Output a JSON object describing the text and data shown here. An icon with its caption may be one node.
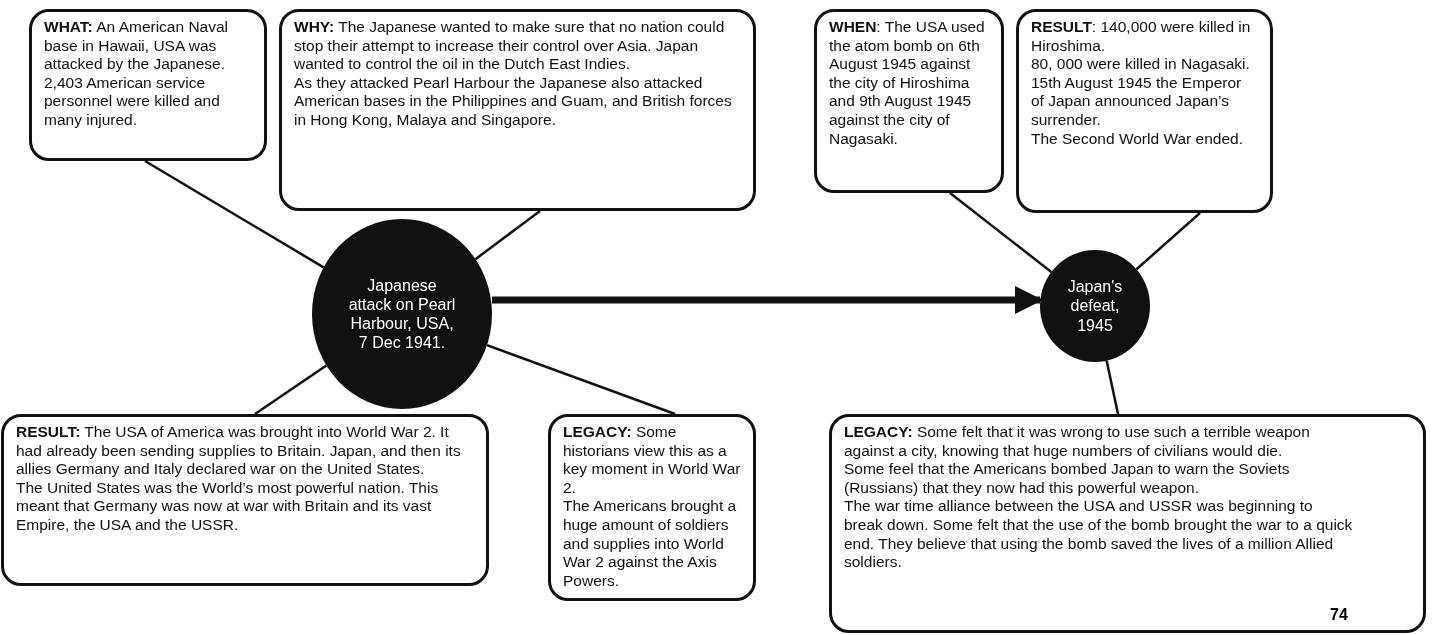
{
  "diagram": {
    "nodes": [
      {
        "text": [
          "**WHAT:** An American Naval base in Hawaii, USA was attacked by the Japanese.",
          "2,403 American service personnel were killed and many injured."
        ]
      },
      {
        "text": [
          "**WHY:** The Japanese wanted to make sure that no nation could stop their attempt to increase their control over Asia. Japan wanted to control the oil in the Dutch East Indies.",
          "As they attacked Pearl Harbour the Japanese also attacked American bases in the Philippines and Guam, and British forces in Hong Kong, Malaya and Singapore."
        ]
      },
      {
        "text": [
          "Japanese attack on Pearl Harbour, USA, 7 Dec 1941."
        ]
      },
      {
        "text": [
          "**WHEN**: The USA used the atom bomb on 6th August 1945 against the city of Hiroshima and 9th August 1945 against the city of Nagasaki."
        ]
      },
      {
        "text": [
          "**RESULT**: 140,000 were killed in Hiroshima.",
          "80, 000 were killed in Nagasaki.",
          "15th August 1945 the Emperor of Japan announced Japan’s surrender.",
          "The Second World War ended."
        ]
      },
      {
        "text": [
          "Japan's defeat, 1945"
        ]
      },
      {
        "text": [
          "**RESULT:** The USA of America was brought into World War 2. It had already been sending supplies to Britain.  Japan, and then its allies Germany and Italy declared war on the United States.",
          "The United States was the World’s most powerful nation. This meant that Germany was now at war with Britain and its vast Empire, the USA and the USSR."
        ]
      },
      {
        "text": [
          "**LEGACY:** Some historians view this as a key moment in World War 2.",
          "The Americans brought a huge amount of soldiers and supplies into World War 2 against the Axis Powers."
        ]
      },
      {
        "text": [
          "**LEGACY:** Some felt that it was wrong to use such a terrible weapon against a city, knowing that huge numbers of civilians would die.",
          "Some feel that the Americans bombed Japan to warn the Soviets (Russians) that they now had this powerful weapon.",
          "The war time alliance between the USA and USSR was beginning to break down. Some felt that the use of the bomb brought the war to a quick end. They believe that using the bomb saved the lives of a million Allied soldiers."
        ]
      }
    ],
    "edges": [
      {
        "from": 0,
        "to": 2,
        "arrow": "none"
      },
      {
        "from": 1,
        "to": 2,
        "arrow": "none"
      },
      {
        "from": 6,
        "to": 2,
        "arrow": "none"
      },
      {
        "from": 7,
        "to": 2,
        "arrow": "none"
      },
      {
        "from": 2,
        "to": 5,
        "arrow": "to",
        "style": "thick"
      },
      {
        "from": 3,
        "to": 5,
        "arrow": "none"
      },
      {
        "from": 4,
        "to": 5,
        "arrow": "none"
      },
      {
        "from": 8,
        "to": 5,
        "arrow": "none"
      }
    ],
    "labels": [
      "74"
    ]
  }
}
